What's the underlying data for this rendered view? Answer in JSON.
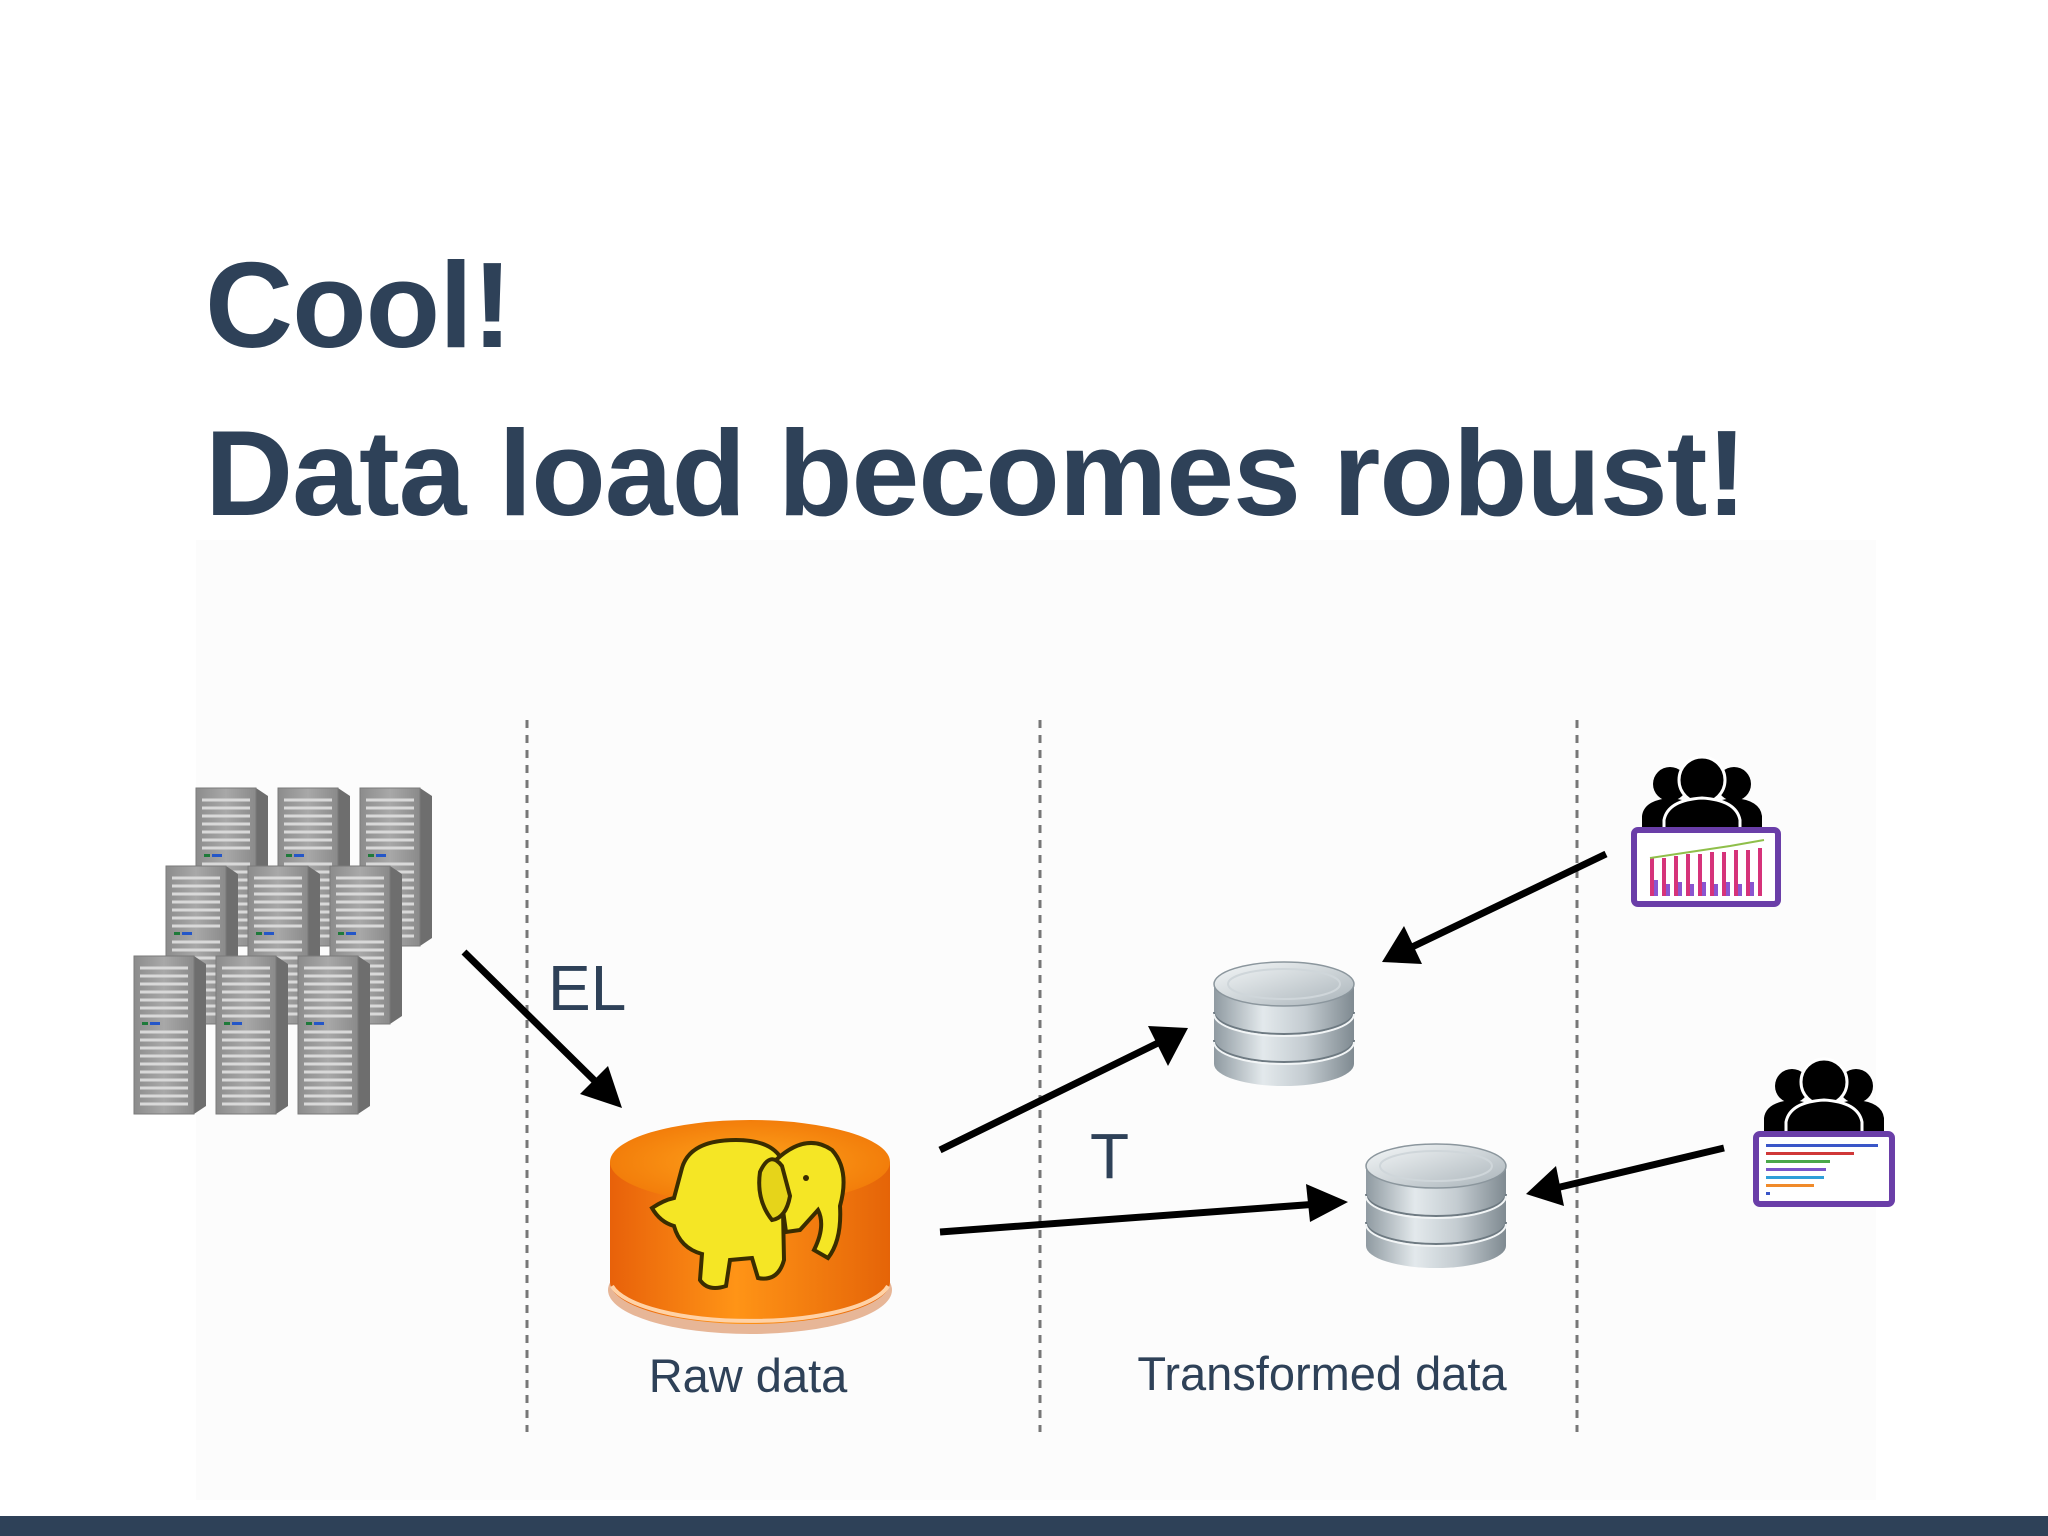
{
  "title": {
    "line1": "Cool!",
    "line2": "Data load becomes robust!"
  },
  "diagram": {
    "el_label": "EL",
    "t_label": "T",
    "raw_data_label": "Raw data",
    "transformed_data_label": "Transformed data",
    "icons": [
      "server-rack-icon",
      "hadoop-elephant-icon",
      "database-icon",
      "user-group-icon",
      "bar-chart-dashboard-icon",
      "list-report-dashboard-icon"
    ]
  },
  "colors": {
    "title": "#2e4158",
    "text": "#2e4158",
    "arrow": "#000000",
    "divider": "#777777",
    "hadoop_orange": "#f57c00",
    "elephant_yellow": "#f5e625",
    "footer": "#2e4158"
  }
}
